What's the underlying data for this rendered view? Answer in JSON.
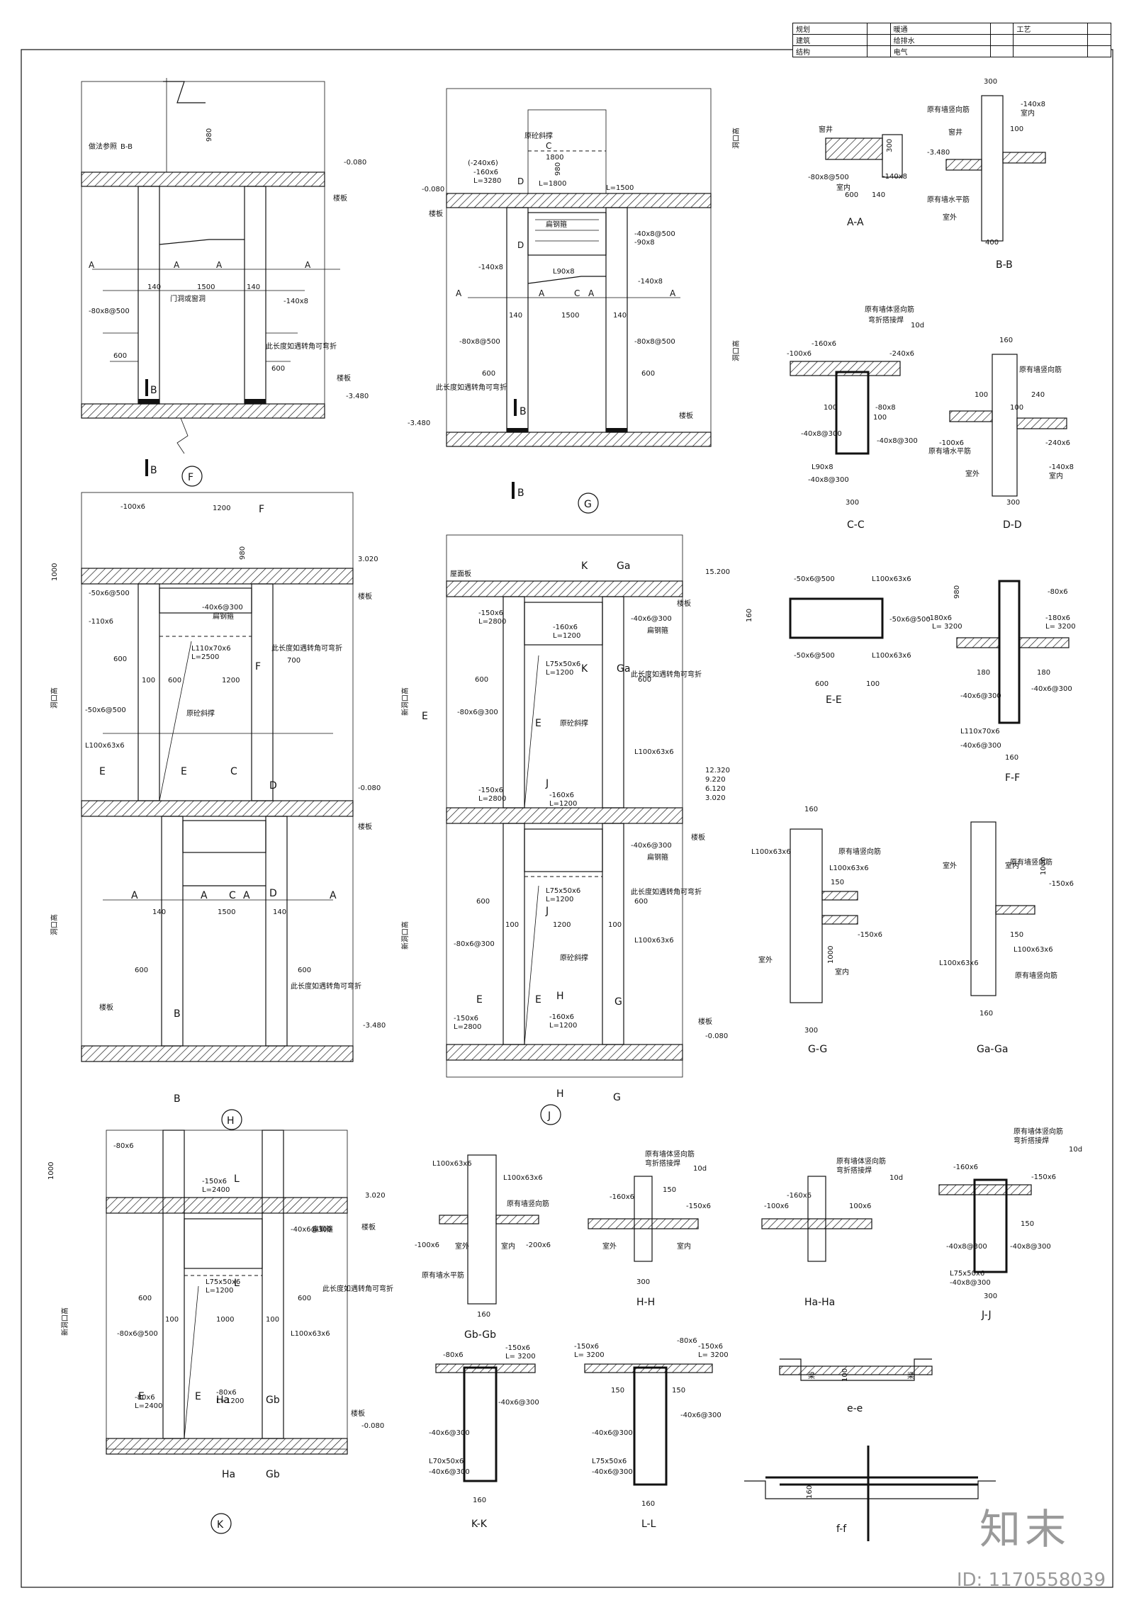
{
  "title_block": {
    "rows": [
      [
        "规划",
        "",
        "暖通",
        "",
        "工艺",
        ""
      ],
      [
        "建筑",
        "",
        "给排水",
        "",
        "",
        ""
      ],
      [
        "结构",
        "",
        "电气",
        "",
        "",
        ""
      ]
    ]
  },
  "details": {
    "F": {
      "label": "F",
      "dim_top": "980",
      "dim_left": "",
      "ref": "B-B",
      "note_ref": "做法参照",
      "elev_top": "-0.080",
      "elev_bot": "-3.480",
      "floor": "楼板",
      "w1": "140",
      "w2": "1500",
      "w3": "140",
      "opening": "门洞或窗洞",
      "beam": "-140x8",
      "plate": "-80x8@500",
      "len600": "600",
      "bend": "此长度如遇转角可弯折"
    },
    "G": {
      "label": "G",
      "elev_top": "-0.080",
      "elev_bot": "-3.480",
      "floor": "楼板",
      "brace": "原砼斜撑",
      "w": "1800",
      "l1": "L=1800",
      "l2": "L=1500",
      "n1": "(-240x6)",
      "n2": "-160x6",
      "n3": "L=3280",
      "beam": "扁钢箍",
      "b1": "-40x8@500",
      "b2": "-90x8",
      "b3": "-140x8",
      "b4": "L90x8",
      "w1": "140",
      "w2": "1500",
      "dimv": "980",
      "plate": "-80x8@500",
      "len600": "600",
      "bend": "此长度如遇转角可弯折",
      "open": "洞口高"
    },
    "H": {
      "label": "H",
      "elev1": "3.020",
      "elev2": "-0.080",
      "elev3": "-3.480",
      "floor": "楼板",
      "dim1000": "1000",
      "dim980": "980",
      "dim1200": "1200",
      "brace": "原砼斜撑",
      "hoop": "扁钢箍",
      "n1": "-100x6",
      "n2": "-110x6",
      "n3": "-50x6@500",
      "n4": "L100x63x6",
      "n5": "L110x70x6",
      "n6": "L=2500",
      "n7": "-40x6@300",
      "w600": "600",
      "w1200": "1200",
      "w700": "700",
      "w100": "100",
      "bend": "此长度如遇转角可弯折",
      "open": "洞口高",
      "w140": "140",
      "w1500": "1500"
    },
    "J": {
      "label": "J",
      "elev1": "15.200",
      "elev2": "12.320",
      "elev3": "9.220",
      "elev4": "6.120",
      "elev5": "3.020",
      "elev6": "-0.080",
      "roof": "屋面板",
      "floor": "楼板",
      "hoop": "扁钢箍",
      "brace": "原砼斜撑",
      "n1": "-150x6",
      "n2": "L=2800",
      "n3": "-160x6",
      "n4": "L=1200",
      "n5": "L75x50x6",
      "n6": "-80x6@300",
      "n7": "L100x63x6",
      "n8": "-40x6@300",
      "w600": "600",
      "w100": "100",
      "w1200": "1200",
      "bend": "此长度如遇转角可弯折",
      "open": "新洞口高"
    },
    "K": {
      "label": "K",
      "elev1": "3.020",
      "elev2": "-0.080",
      "floor": "楼板",
      "dim1000": "1000",
      "hoop": "扁钢箍",
      "n1": "-80x6",
      "n2": "-150x6",
      "n3": "L=2400",
      "n4": "L75x50x6",
      "n5": "L=1200",
      "n6": "L100x63x6",
      "n7": "-80x6@500",
      "n8": "-40x6@300",
      "w600": "600",
      "w100": "100",
      "w1000": "1000",
      "bend": "此长度如遇转角可弯折",
      "open": "新洞口高"
    }
  },
  "sections": {
    "AA": {
      "label": "A-A",
      "well": "窗井",
      "in": "室内",
      "d1": "600",
      "d2": "140",
      "d3": "300",
      "n1": "-80x8@500",
      "n2": "-140x8"
    },
    "BB": {
      "label": "B-B",
      "d1": "300",
      "d2": "100",
      "d3": "400",
      "elev": "-3.480",
      "well": "窗井",
      "in": "室内",
      "out": "室外",
      "n1": "原有墙竖向筋",
      "n2": "原有墙水平筋",
      "n3": "-140x8"
    },
    "CC": {
      "label": "C-C",
      "d1": "300",
      "d2": "100",
      "n1": "原有墙体竖向筋",
      "n2": "弯折搭接焊",
      "n3": "10d",
      "n4": "-160x6",
      "n5": "-100x6",
      "n6": "-240x6",
      "n7": "-80x8",
      "n8": "-40x8@300",
      "n9": "L90x8"
    },
    "DD": {
      "label": "D-D",
      "d1": "160",
      "d2": "100",
      "d3": "240",
      "d4": "300",
      "n1": "原有墙竖向筋",
      "n2": "原有墙水平筋",
      "n3": "-100x6",
      "n4": "-240x6",
      "n5": "-140x8",
      "out": "室外",
      "in": "室内"
    },
    "EE": {
      "label": "E-E",
      "d1": "160",
      "d2": "600",
      "d3": "100",
      "n1": "-50x6@500",
      "n2": "L100x63x6"
    },
    "FF": {
      "label": "F-F",
      "d1": "980",
      "d2": "180",
      "d3": "160",
      "n1": "-80x6",
      "n2": "-180x6",
      "n3": "L= 3200",
      "n4": "-40x6@300",
      "n5": "L110x70x6"
    },
    "GG": {
      "label": "G-G",
      "d1": "160",
      "d2": "150",
      "d3": "1000",
      "d4": "300",
      "n1": "L100x63x6",
      "n2": "原有墙竖向筋",
      "n3": "-150x6",
      "out": "室外",
      "in": "室内"
    },
    "GaGa": {
      "label": "Ga-Ga",
      "d1": "1000",
      "d2": "150",
      "d3": "160",
      "n1": "-150x6",
      "n2": "L100x63x6",
      "n3": "原有墙竖向筋",
      "out": "室外",
      "in": "室内"
    },
    "GbGb": {
      "label": "Gb-Gb",
      "d1": "160",
      "n1": "L100x63x6",
      "n2": "原有墙竖向筋",
      "n3": "-100x6",
      "n4": "-200x6",
      "n5": "原有墙水平筋",
      "out": "室外",
      "in": "室内"
    },
    "HH": {
      "label": "H-H",
      "d1": "150",
      "d2": "300",
      "n1": "原有墙体竖向筋",
      "n2": "弯折搭接焊",
      "n3": "10d",
      "n4": "-160x6",
      "n5": "-150x6",
      "out": "室外",
      "in": "室内"
    },
    "HaHa": {
      "label": "Ha-Ha",
      "n1": "原有墙体竖向筋",
      "n2": "弯折搭接焊",
      "n3": "10d",
      "n4": "-160x6",
      "n5": "-100x6",
      "n6": "100x6"
    },
    "JJ": {
      "label": "J-J",
      "d1": "150",
      "d2": "300",
      "n1": "原有墙体竖向筋",
      "n2": "弯折搭接焊",
      "n3": "10d",
      "n4": "-160x6",
      "n5": "-150x6",
      "n6": "-40x8@300",
      "n7": "L75x50x6"
    },
    "KK": {
      "label": "K-K",
      "d1": "160",
      "n1": "-80x6",
      "n2": "-150x6",
      "n3": "L= 3200",
      "n4": "-40x6@300",
      "n5": "L70x50x6"
    },
    "LL": {
      "label": "L-L",
      "d1": "150",
      "d2": "160",
      "n1": "-80x6",
      "n2": "-150x6",
      "n3": "L= 3200",
      "n4": "-40x6@300",
      "n5": "L75x50x6"
    },
    "ee": {
      "label": "e-e",
      "d1": "100",
      "n1": "梁"
    },
    "ff": {
      "label": "f-f",
      "d1": "160"
    }
  },
  "watermark": {
    "logo": "知末",
    "id": "ID: 1170558039"
  }
}
